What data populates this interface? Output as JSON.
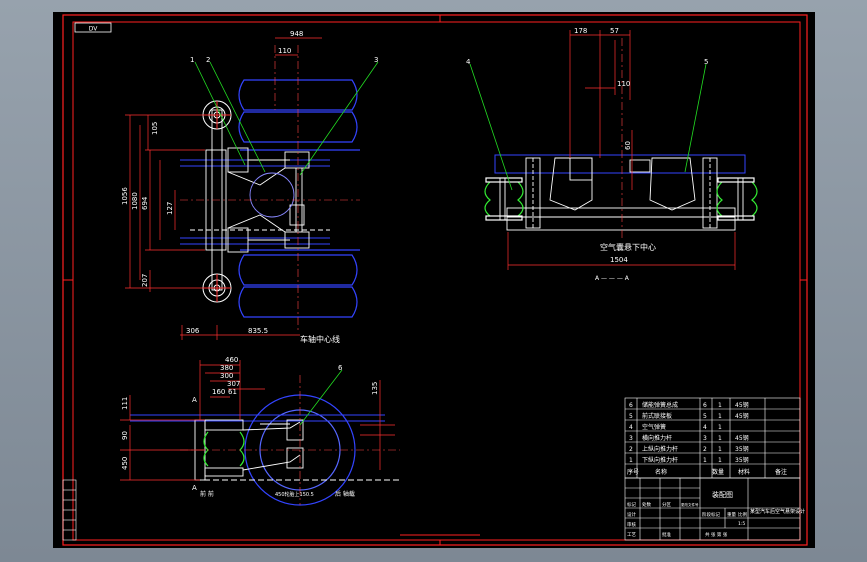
{
  "title_box_label": "DV",
  "top_view": {
    "dims": [
      "948",
      "110",
      "105",
      "1056",
      "1080",
      "694",
      "127",
      "207",
      "306",
      "835.5"
    ],
    "callouts": [
      "1",
      "2",
      "3"
    ],
    "center_label": "车轴中心线"
  },
  "front_view": {
    "dims": [
      "178",
      "57",
      "110",
      "60",
      "1504"
    ],
    "callouts": [
      "4",
      "5"
    ],
    "center_label": "空气囊悬下中心",
    "section_mark": "A — — — A"
  },
  "side_view": {
    "dims": [
      "460",
      "380",
      "300",
      "307",
      "160",
      "61",
      "111",
      "90",
      "450",
      "135"
    ],
    "callouts": [
      "6"
    ],
    "section_letter": "A",
    "bottom_labels": [
      "前  前",
      "450轮胎上150.5",
      "后  轴载"
    ]
  },
  "parts_table": {
    "rows": [
      {
        "no": "6",
        "name": "储能弹簧总成",
        "code": "6",
        "qty": "1",
        "material": "45钢"
      },
      {
        "no": "5",
        "name": "前式联接板",
        "code": "5",
        "qty": "1",
        "material": "45钢"
      },
      {
        "no": "4",
        "name": "空气弹簧",
        "code": "4",
        "qty": "1",
        "material": ""
      },
      {
        "no": "3",
        "name": "横向推力杆",
        "code": "3",
        "qty": "1",
        "material": "45钢"
      },
      {
        "no": "2",
        "name": "上纵向推力杆",
        "code": "2",
        "qty": "1",
        "material": "35钢"
      },
      {
        "no": "1",
        "name": "下纵向推力杆",
        "code": "1",
        "qty": "1",
        "material": "35钢"
      }
    ],
    "header": [
      "序号",
      "名称",
      "数量",
      "材料",
      "备注"
    ]
  },
  "title_block": {
    "assembly": "装配图",
    "drawing_title": "某型汽车后空气悬架设计",
    "labels": [
      "标记",
      "处数",
      "分区",
      "更改文件号",
      "签名",
      "日期",
      "设计",
      "审核",
      "工艺",
      "批准"
    ],
    "stage_labels": [
      "阶段标记",
      "重量",
      "比例"
    ],
    "scale": "1:5",
    "sheet": "共 张 第 张"
  },
  "colors": {
    "frame": "#ff2020",
    "wheel": "#3344ff",
    "structure": "#ffffff",
    "dimension": "#ff3030",
    "leader": "#22dd22",
    "spring": "#33ee33",
    "center": "#ff4444"
  }
}
